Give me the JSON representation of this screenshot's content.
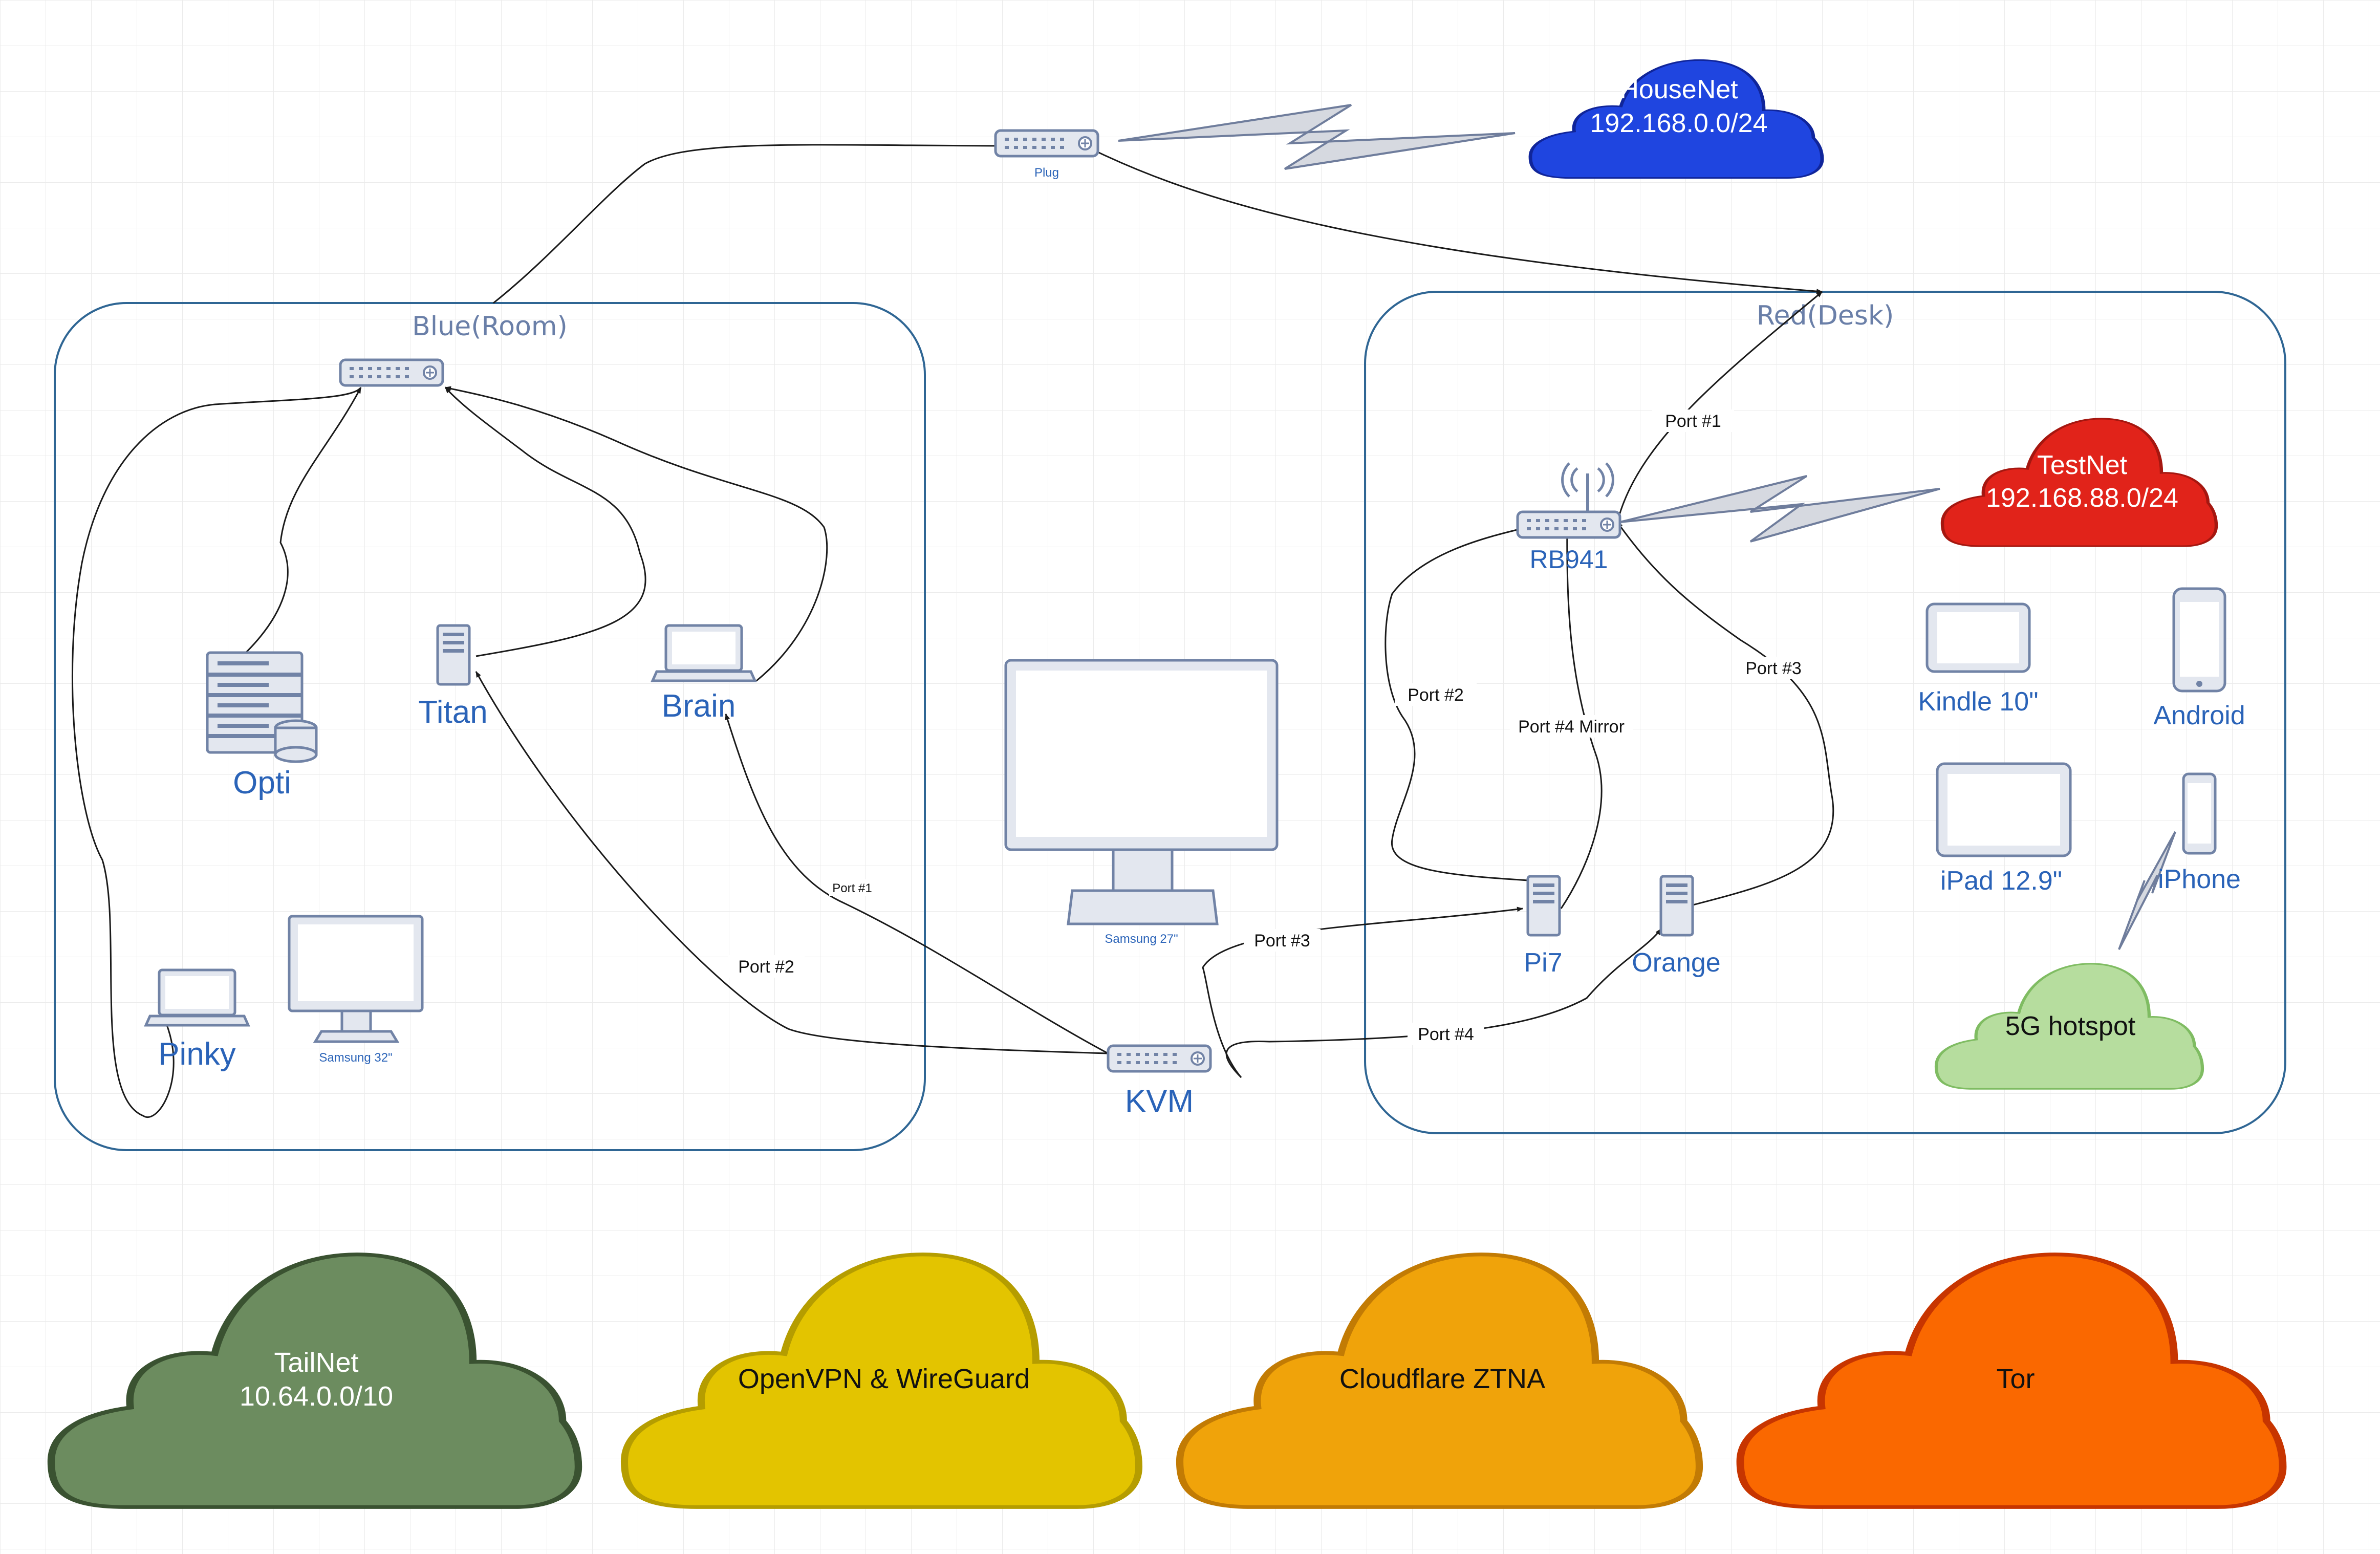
{
  "groups": {
    "blue": "Blue(Room)",
    "red": "Red(Desk)"
  },
  "devices": {
    "plug": "Plug",
    "opti": "Opti",
    "titan": "Titan",
    "brain": "Brain",
    "pinky": "Pinky",
    "samsung32": "Samsung 32\"",
    "samsung27": "Samsung 27\"",
    "kvm": "KVM",
    "rb941": "RB941",
    "pi7": "Pi7",
    "orange": "Orange",
    "kindle": "Kindle 10\"",
    "android": "Android",
    "ipad": "iPad 12.9\"",
    "iphone": "iPhone"
  },
  "edge_labels": {
    "rb_port1": "Port #1",
    "rb_port2": "Port #2",
    "rb_port3": "Port #3",
    "rb_port4": "Port #4 Mirror",
    "kvm_port1": "Port #1",
    "kvm_port2": "Port #2",
    "kvm_port3": "Port #3",
    "kvm_port4": "Port #4"
  },
  "clouds": {
    "housenet": {
      "title": "HouseNet",
      "subnet": "192.168.0.0/24",
      "fill": "#1f45e0",
      "stroke": "#10259a"
    },
    "testnet": {
      "title": "TestNet",
      "subnet": "192.168.88.0/24",
      "fill": "#e1231a",
      "stroke": "#a51710"
    },
    "hotspot": {
      "title": "5G hotspot",
      "fill": "#b6dd9e",
      "stroke": "#7fbc62"
    },
    "tailnet": {
      "title": "TailNet",
      "subnet": "10.64.0.0/10",
      "fill": "#6c8c5f",
      "stroke": "#3a5231"
    },
    "openvpn": {
      "title": "OpenVPN & WireGuard",
      "fill": "#e3c400",
      "stroke": "#b59d00"
    },
    "cloudflare": {
      "title": "Cloudflare ZTNA",
      "fill": "#f0a30a",
      "stroke": "#c27b04"
    },
    "tor": {
      "title": "Tor",
      "fill": "#fa6800",
      "stroke": "#c73500"
    }
  },
  "icons": [
    "switch-icon",
    "router-icon",
    "server-rack-icon",
    "tower-pc-icon",
    "laptop-icon",
    "monitor-icon",
    "tablet-icon",
    "phone-icon",
    "lightning-link-icon",
    "cloud-icon"
  ]
}
